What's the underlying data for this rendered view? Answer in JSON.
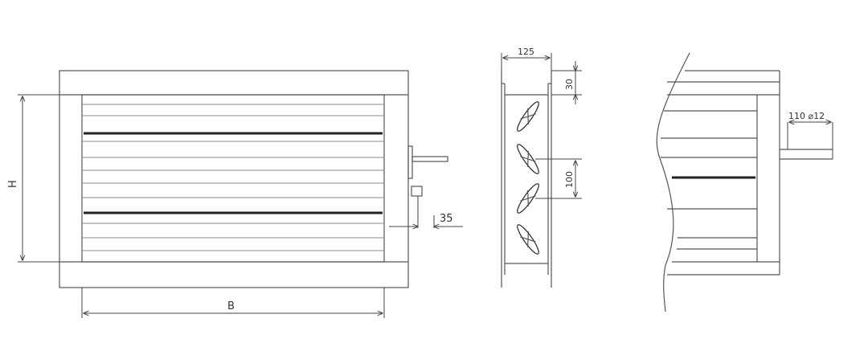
{
  "front_view": {
    "width_label": "B",
    "height_label": "H",
    "shaft_offset_label": "35"
  },
  "side_view": {
    "depth_label": "125",
    "flange_label": "30",
    "blade_pitch_label": "100"
  },
  "detail_view": {
    "shaft_label": "110 ⌀12"
  }
}
